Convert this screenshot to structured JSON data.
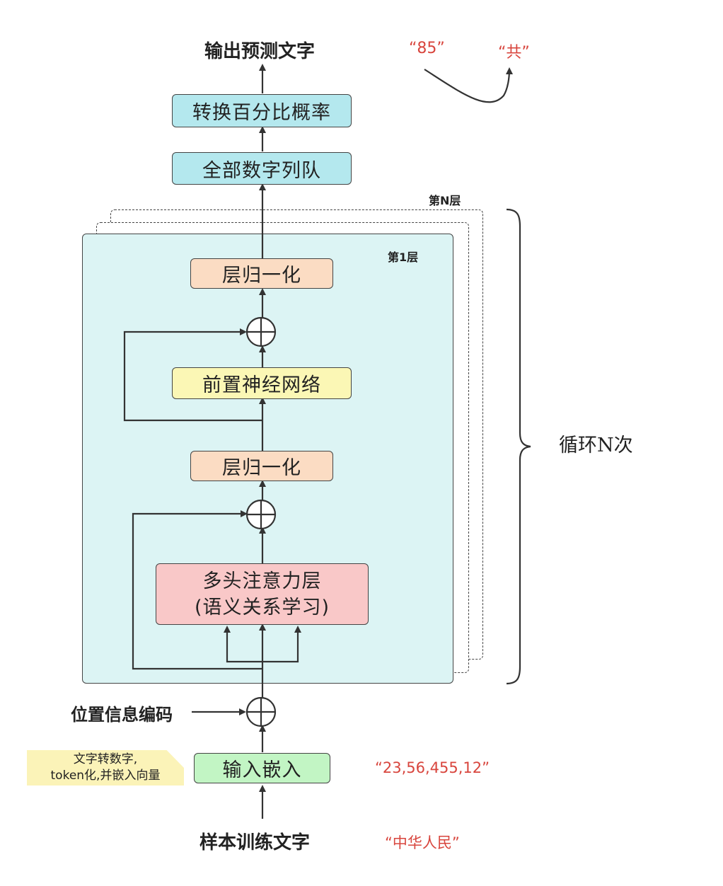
{
  "title_top": "输出预测文字",
  "boxes": {
    "probability": "转换百分比概率",
    "sequence": "全部数字列队",
    "norm_top": "层归一化",
    "ffn": "前置神经网络",
    "norm_bottom": "层归一化",
    "attention_line1": "多头注意力层",
    "attention_line2": "(语义关系学习)",
    "embedding": "输入嵌入"
  },
  "layers": {
    "first": "第1层",
    "nth": "第N层"
  },
  "loop_label": "循环N次",
  "position_label": "位置信息编码",
  "note": {
    "line1": "文字转数字,",
    "line2": "token化,并嵌入向量"
  },
  "bottom_label": "样本训练文字",
  "examples": {
    "output_number": "“85”",
    "output_char": "“共”",
    "embedding_numbers": "“23,56,455,12”",
    "input_chars": "“中华人民”"
  },
  "colors": {
    "cyan_box": "#b4e8ee",
    "orange_box": "#fbdcc3",
    "yellow_box": "#fbf7b5",
    "pink_box": "#f9c8c8",
    "green_box": "#c2f5c4",
    "layer_fill": "#dcf4f4",
    "note_fill": "#fbf3b8",
    "example_text": "#d8453d"
  }
}
